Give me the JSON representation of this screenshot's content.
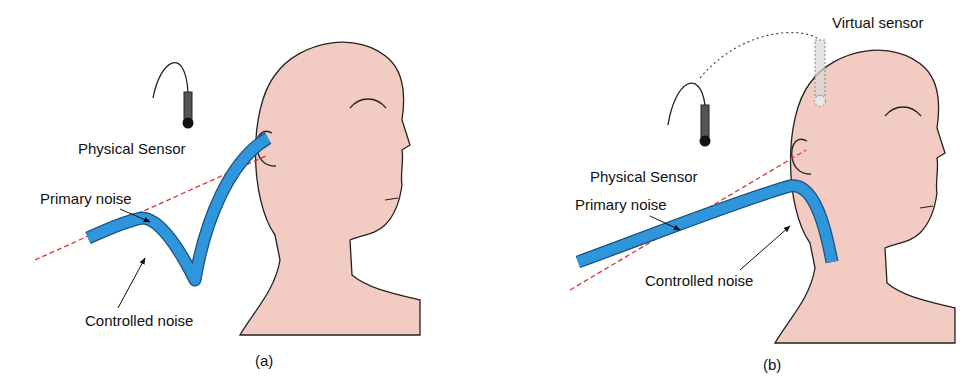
{
  "diagram": {
    "labels": [
      "Physical Sensor",
      "Primary noise",
      "Controlled noise",
      "(a)",
      "Physical Sensor",
      "Virtual sensor",
      "Primary noise",
      "Controlled noise",
      "(b)"
    ]
  }
}
